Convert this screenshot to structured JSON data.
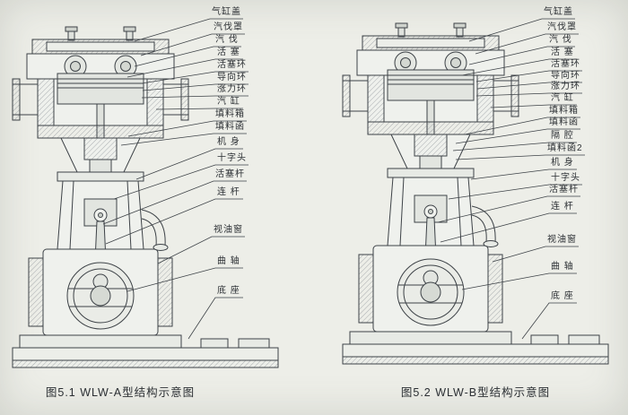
{
  "figure": {
    "left": {
      "caption": "图5.1 WLW-A型结构示意图",
      "labels": [
        "气缸盖",
        "汽伐罩",
        "汽 伐",
        "活 塞",
        "活塞环",
        "导向环",
        "涨力环",
        "汽 缸",
        "填料箱",
        "填料函",
        "机 身",
        "十字头",
        "活塞杆",
        "连 杆",
        "视油窗",
        "曲 轴",
        "底 座"
      ]
    },
    "right": {
      "caption": "图5.2 WLW-B型结构示意图",
      "labels": [
        "气缸盖",
        "汽伐罩",
        "汽 伐",
        "活 塞",
        "活塞环",
        "导向环",
        "涨力环",
        "汽 缸",
        "填料箱",
        "填料函",
        "隔 腔",
        "填料函2",
        "机 身",
        "十字头",
        "活塞杆",
        "连 杆",
        "视油窗",
        "曲 轴",
        "底 座"
      ]
    }
  },
  "colors": {
    "ink": "#3d4247",
    "paper": "#edeee8"
  }
}
